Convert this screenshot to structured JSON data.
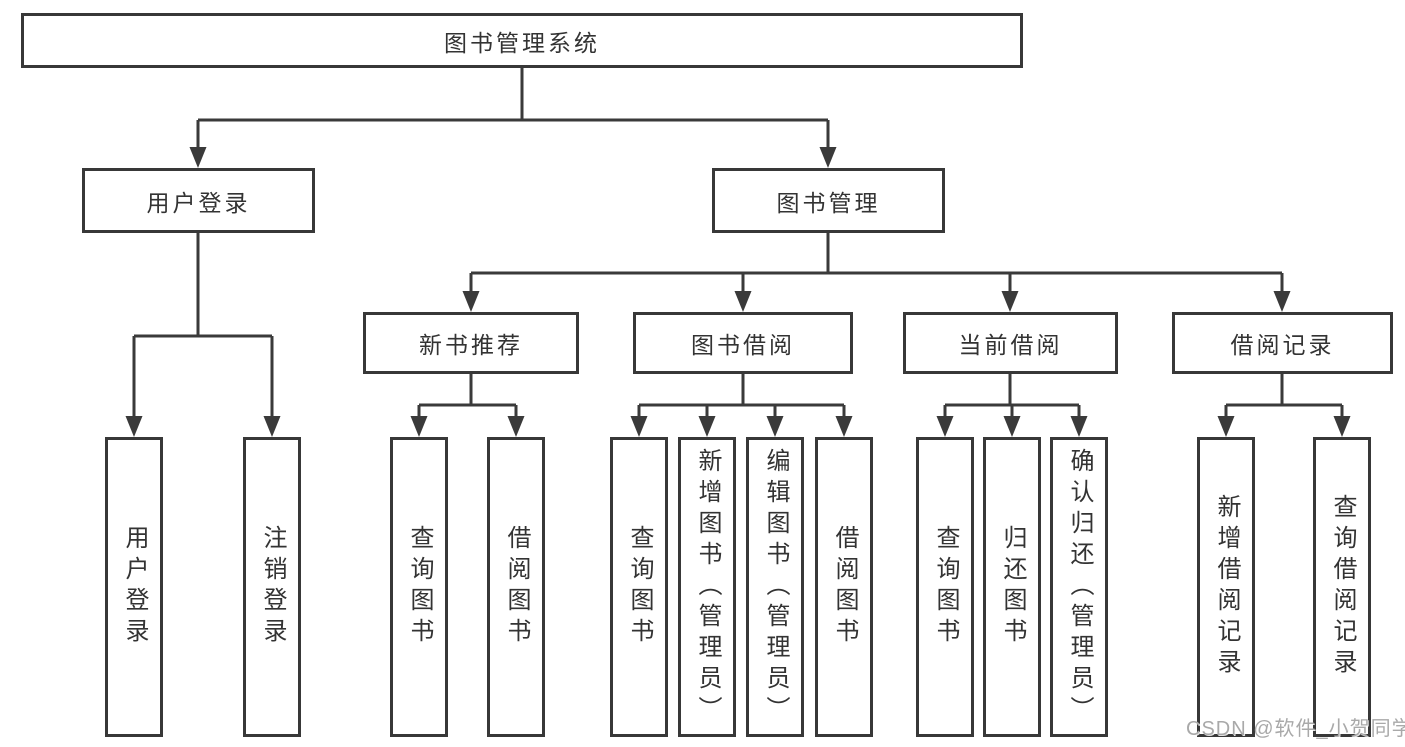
{
  "colors": {
    "line": "#3a3a3a",
    "node_border": "#383838",
    "text": "#333333",
    "watermark_text": "#a9a9a9"
  },
  "tree": {
    "label": "图书管理系统",
    "children": [
      {
        "label": "用户登录",
        "children": [
          {
            "label": "用户登录"
          },
          {
            "label": "注销登录"
          }
        ]
      },
      {
        "label": "图书管理",
        "children": [
          {
            "label": "新书推荐",
            "children": [
              {
                "label": "查询图书"
              },
              {
                "label": "借阅图书"
              }
            ]
          },
          {
            "label": "图书借阅",
            "children": [
              {
                "label": "查询图书"
              },
              {
                "label": "新增图书（管理员）"
              },
              {
                "label": "编辑图书（管理员）"
              },
              {
                "label": "借阅图书"
              }
            ]
          },
          {
            "label": "当前借阅",
            "children": [
              {
                "label": "查询图书"
              },
              {
                "label": "归还图书"
              },
              {
                "label": "确认归还（管理员）"
              }
            ]
          },
          {
            "label": "借阅记录",
            "children": [
              {
                "label": "新增借阅记录"
              },
              {
                "label": "查询借阅记录"
              }
            ]
          }
        ]
      }
    ]
  },
  "watermark": {
    "text": "CSDN @软件_小贺同学"
  }
}
